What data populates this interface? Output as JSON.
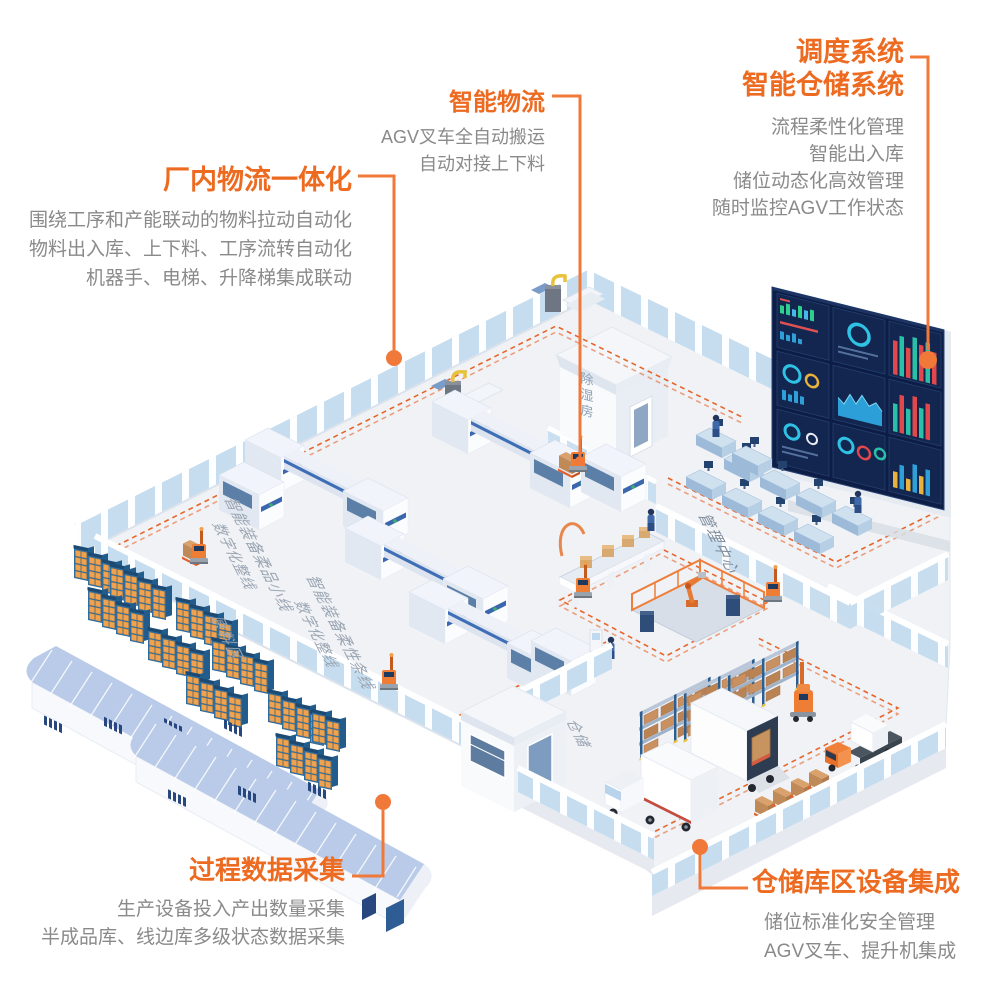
{
  "colors": {
    "accent_orange": "#ED6A21",
    "connector_orange": "#F0793A",
    "route_orange": "#E8652A",
    "body_text_gray": "#8A8A8A",
    "floor": "#F0F2F6",
    "glass_blue": "#C6DDEF",
    "rack_blue": "#2E6DA0",
    "box_orange": "#F0A24E",
    "crate_brown": "#C99161",
    "screen_navy": "#0E1D45"
  },
  "callouts": {
    "factory_logistics": {
      "title": "厂内物流一体化",
      "lines": [
        "围绕工序和产能联动的物料拉动自动化",
        "物料出入库、上下料、工序流转自动化",
        "机器手、电梯、升降梯集成联动"
      ]
    },
    "smart_logistics": {
      "title": "智能物流",
      "lines": [
        "AGV叉车全自动搬运",
        "自动对接上下料"
      ]
    },
    "dispatch_system": {
      "title_line1": "调度系统",
      "title_line2": "智能仓储系统",
      "lines": [
        "流程柔性化管理",
        "智能出入库",
        "储位动态化高效管理",
        "随时监控AGV工作状态"
      ]
    },
    "process_data": {
      "title": "过程数据采集",
      "lines": [
        "生产设备投入产出数量采集",
        "半成品库、线边库多级状态数据采集"
      ]
    },
    "warehouse_integration": {
      "title": "仓储库区设备集成",
      "lines": [
        "储位标准化安全管理",
        "AGV叉车、提升机集成"
      ]
    }
  },
  "scene_labels": {
    "dehumidifier_room": "除湿房",
    "management_center": "管理中心",
    "raw_material_area": "原料区",
    "warehouse_area": "仓储",
    "production_line_1": {
      "name": "智能装备柔品小线",
      "sub": "数字化整线"
    },
    "production_line_2": {
      "name": "智能装备柔性条线",
      "sub": "数字化整线"
    }
  }
}
